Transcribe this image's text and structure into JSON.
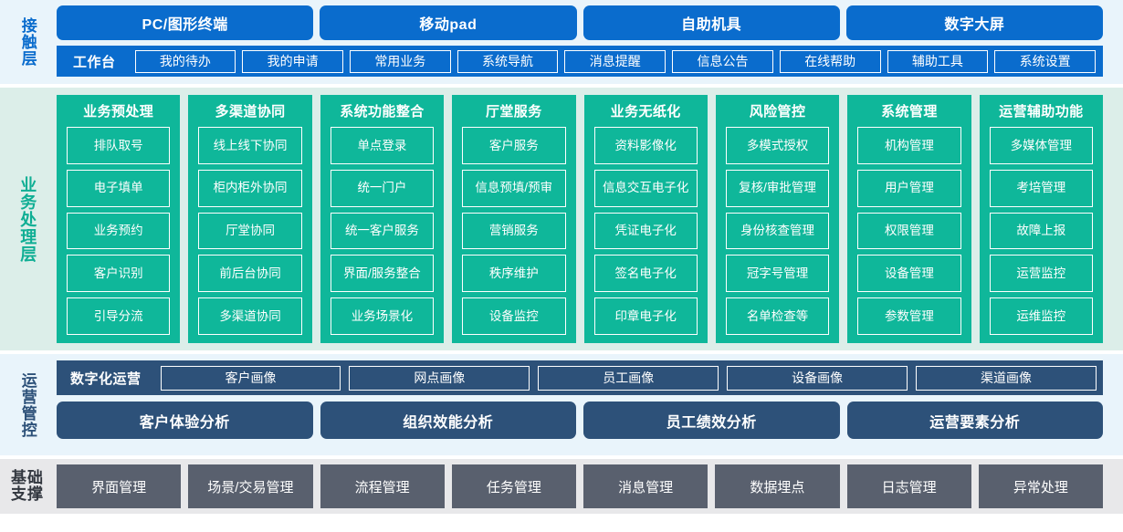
{
  "layers": {
    "contact": {
      "label": "接触层",
      "accent": "#0a6ccd",
      "background": "#e9f4fb",
      "channels": [
        {
          "label": "PC/图形终端"
        },
        {
          "label": "移动pad"
        },
        {
          "label": "自助机具"
        },
        {
          "label": "数字大屏"
        }
      ],
      "workbench": {
        "title": "工作台",
        "items": [
          {
            "label": "我的待办"
          },
          {
            "label": "我的申请"
          },
          {
            "label": "常用业务"
          },
          {
            "label": "系统导航"
          },
          {
            "label": "消息提醒"
          },
          {
            "label": "信息公告"
          },
          {
            "label": "在线帮助"
          },
          {
            "label": "辅助工具"
          },
          {
            "label": "系统设置"
          }
        ]
      }
    },
    "business": {
      "label": "业务处理层",
      "accent": "#0fb79a",
      "background": "#dceee9",
      "columns": [
        {
          "title": "业务预处理",
          "items": [
            {
              "label": "排队取号"
            },
            {
              "label": "电子填单"
            },
            {
              "label": "业务预约"
            },
            {
              "label": "客户识别"
            },
            {
              "label": "引导分流"
            }
          ]
        },
        {
          "title": "多渠道协同",
          "items": [
            {
              "label": "线上线下协同"
            },
            {
              "label": "柜内柜外协同"
            },
            {
              "label": "厅堂协同"
            },
            {
              "label": "前后台协同"
            },
            {
              "label": "多渠道协同"
            }
          ]
        },
        {
          "title": "系统功能整合",
          "items": [
            {
              "label": "单点登录"
            },
            {
              "label": "统一门户"
            },
            {
              "label": "统一客户服务"
            },
            {
              "label": "界面/服务整合"
            },
            {
              "label": "业务场景化"
            }
          ]
        },
        {
          "title": "厅堂服务",
          "items": [
            {
              "label": "客户服务"
            },
            {
              "label": "信息预填/预审"
            },
            {
              "label": "营销服务"
            },
            {
              "label": "秩序维护"
            },
            {
              "label": "设备监控"
            }
          ]
        },
        {
          "title": "业务无纸化",
          "items": [
            {
              "label": "资料影像化"
            },
            {
              "label": "信息交互电子化"
            },
            {
              "label": "凭证电子化"
            },
            {
              "label": "签名电子化"
            },
            {
              "label": "印章电子化"
            }
          ]
        },
        {
          "title": "风险管控",
          "items": [
            {
              "label": "多模式授权"
            },
            {
              "label": "复核/审批管理"
            },
            {
              "label": "身份核查管理"
            },
            {
              "label": "冠字号管理"
            },
            {
              "label": "名单检查等"
            }
          ]
        },
        {
          "title": "系统管理",
          "items": [
            {
              "label": "机构管理"
            },
            {
              "label": "用户管理"
            },
            {
              "label": "权限管理"
            },
            {
              "label": "设备管理"
            },
            {
              "label": "参数管理"
            }
          ]
        },
        {
          "title": "运营辅助功能",
          "items": [
            {
              "label": "多媒体管理"
            },
            {
              "label": "考培管理"
            },
            {
              "label": "故障上报"
            },
            {
              "label": "运营监控"
            },
            {
              "label": "运维监控"
            }
          ]
        }
      ]
    },
    "operations": {
      "label": "运营管控",
      "accent": "#2d5179",
      "background": "#e9f4fb",
      "digital": {
        "title": "数字化运营",
        "items": [
          {
            "label": "客户画像"
          },
          {
            "label": "网点画像"
          },
          {
            "label": "员工画像"
          },
          {
            "label": "设备画像"
          },
          {
            "label": "渠道画像"
          }
        ]
      },
      "analysis": [
        {
          "label": "客户体验分析"
        },
        {
          "label": "组织效能分析"
        },
        {
          "label": "员工绩效分析"
        },
        {
          "label": "运营要素分析"
        }
      ]
    },
    "base": {
      "label_line1": "基础",
      "label_line2": "支撑",
      "accent": "#59606e",
      "background": "#e8e8ea",
      "items": [
        {
          "label": "界面管理"
        },
        {
          "label": "场景/交易管理"
        },
        {
          "label": "流程管理"
        },
        {
          "label": "任务管理"
        },
        {
          "label": "消息管理"
        },
        {
          "label": "数据埋点"
        },
        {
          "label": "日志管理"
        },
        {
          "label": "异常处理"
        }
      ]
    }
  }
}
